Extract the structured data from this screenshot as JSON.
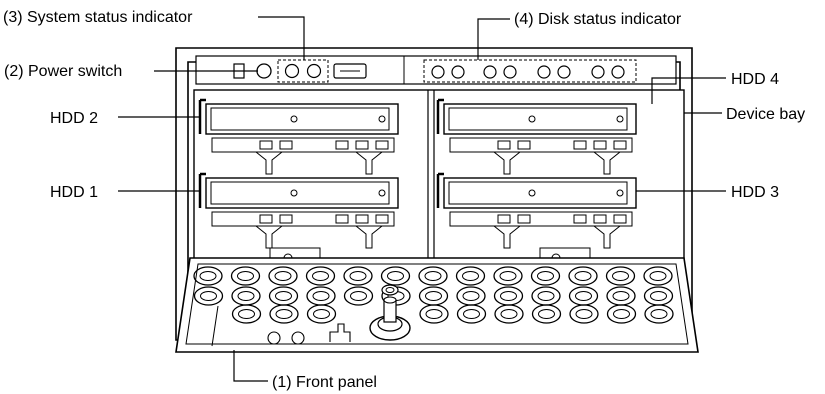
{
  "callouts": {
    "system_status": "(3) System status indicator",
    "disk_status": "(4) Disk status indicator",
    "power_switch": "(2) Power switch",
    "hdd2": "HDD 2",
    "hdd4": "HDD 4",
    "device_bay": "Device bay",
    "hdd1": "HDD 1",
    "hdd3": "HDD 3",
    "front_panel": "(1) Front panel"
  }
}
